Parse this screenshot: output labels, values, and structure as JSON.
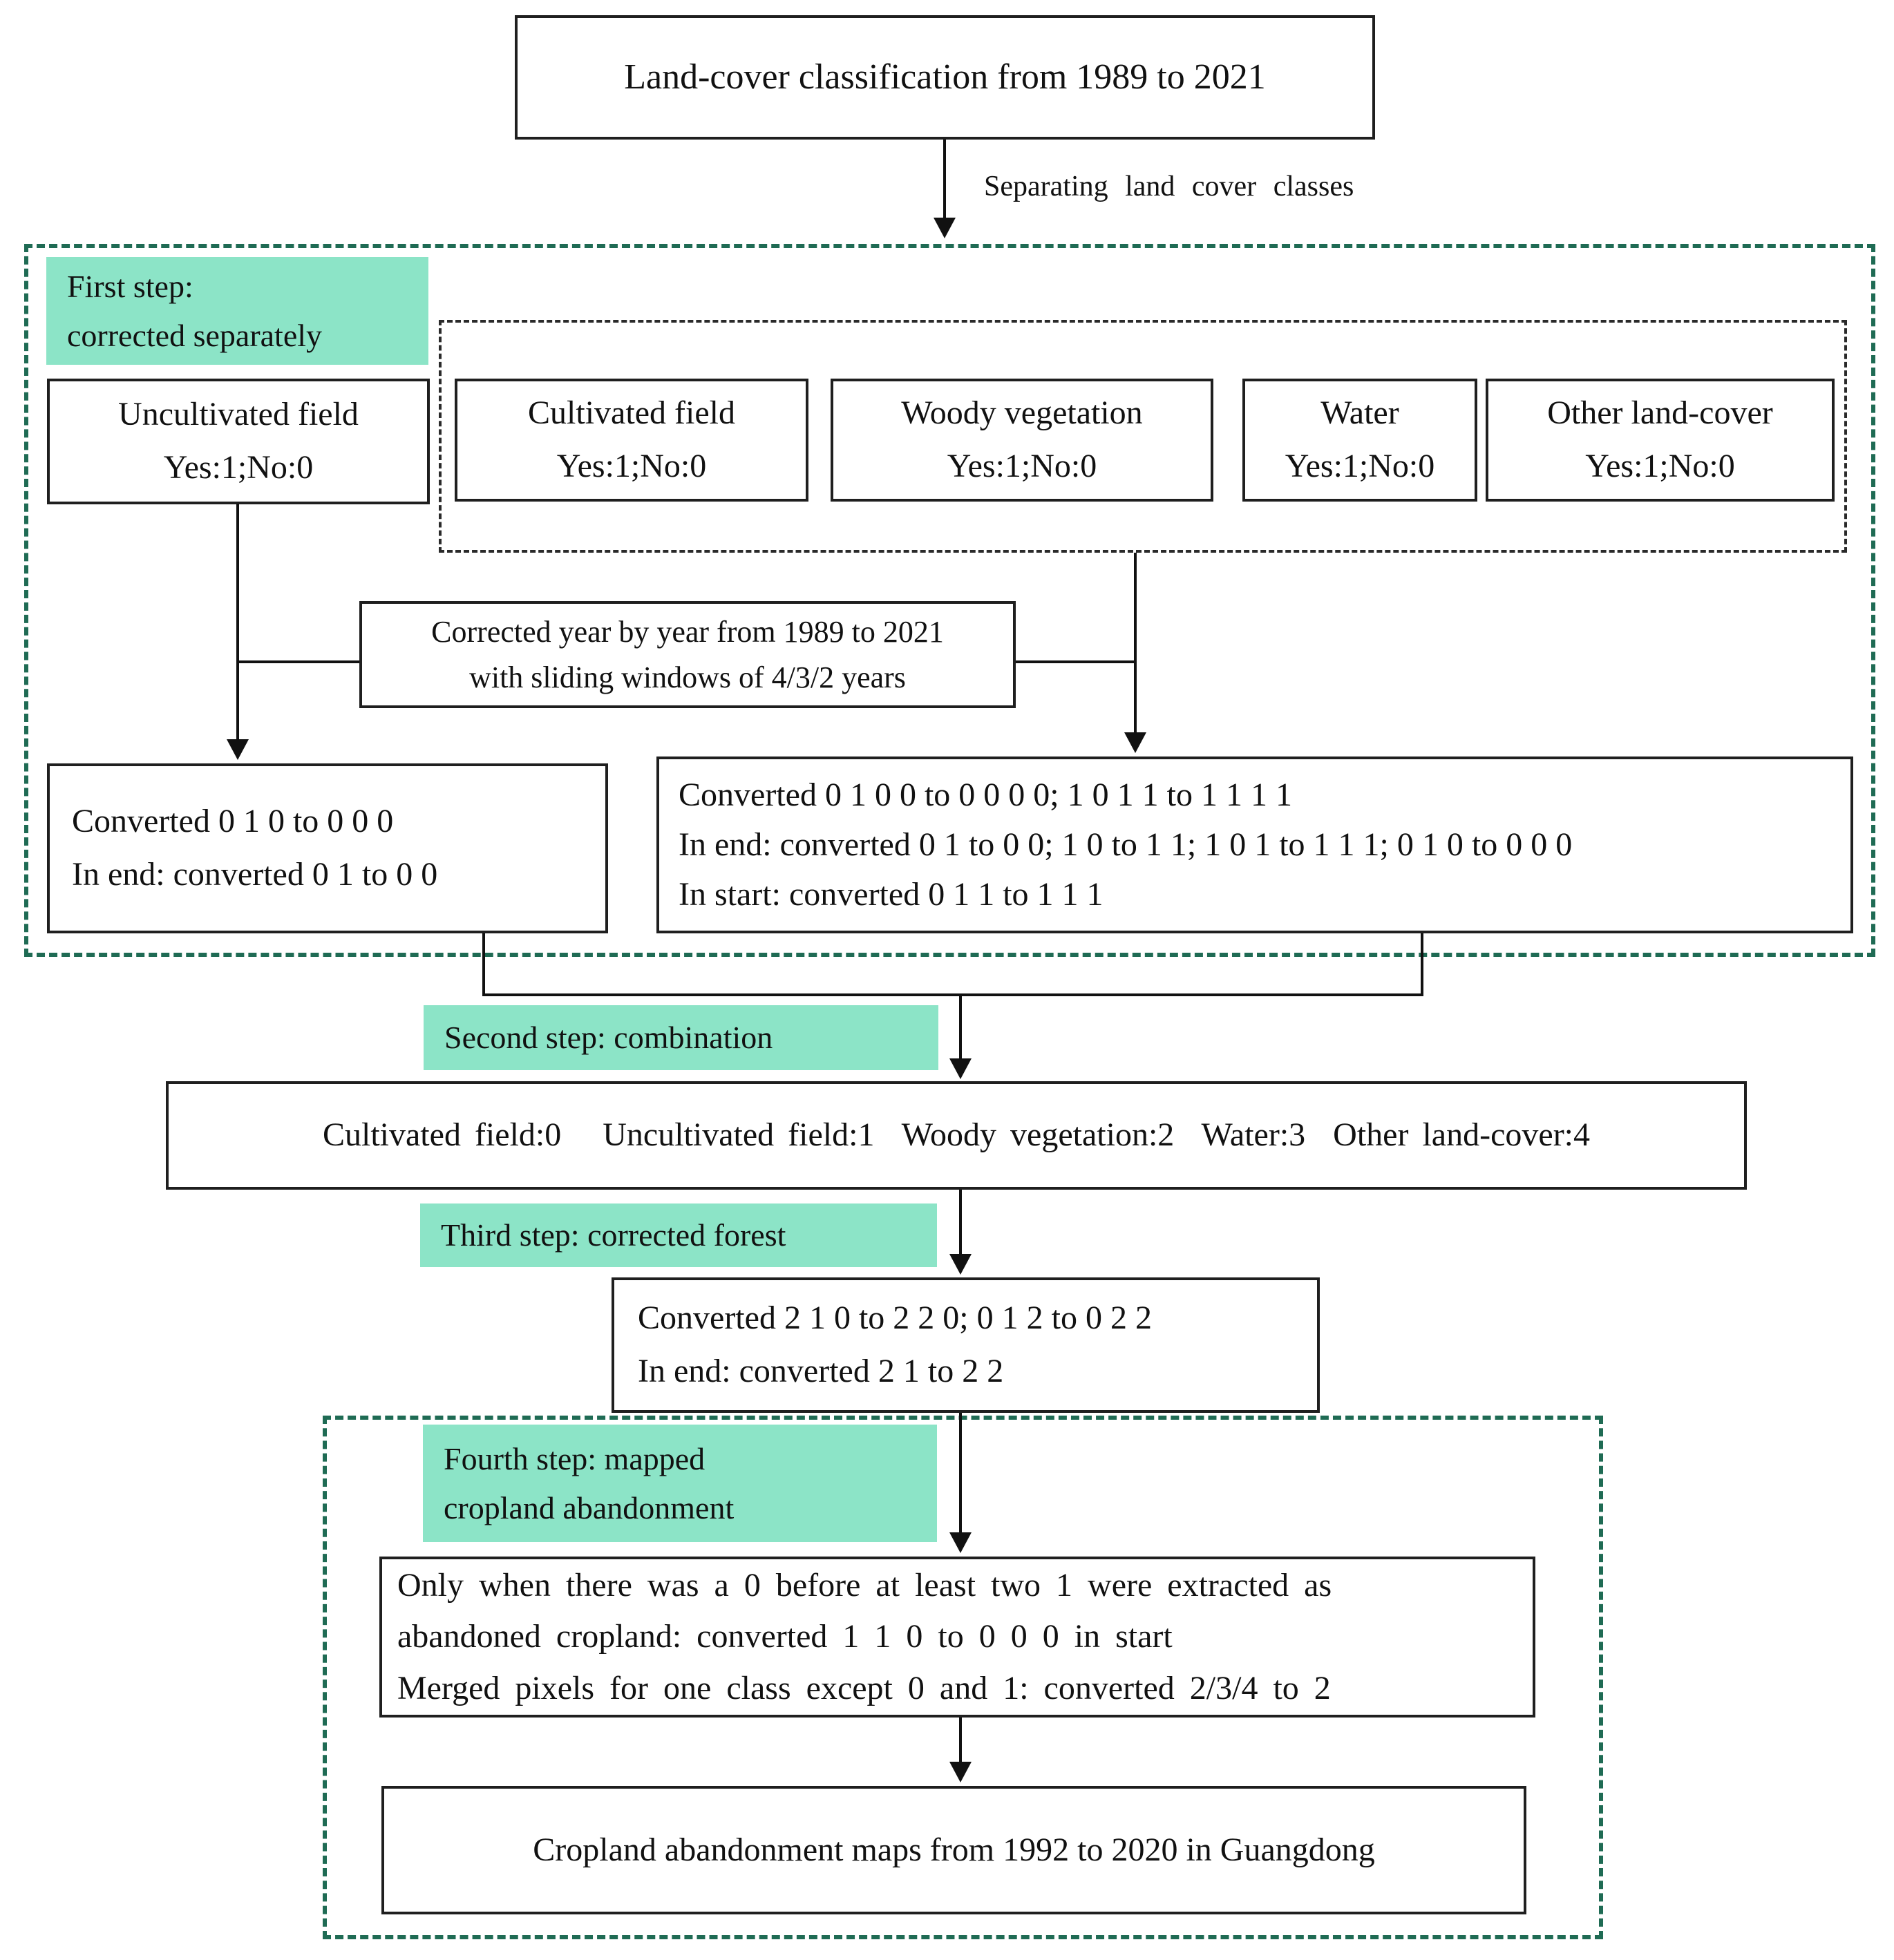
{
  "title_box": "Land-cover classification from 1989 to 2021",
  "arrow_label": "Separating land cover classes",
  "step1": {
    "label_line1": "First step:",
    "label_line2": "corrected separately",
    "uncultivated": {
      "line1": "Uncultivated field",
      "line2": "Yes:1;No:0"
    },
    "classes": [
      {
        "line1": "Cultivated field",
        "line2": "Yes:1;No:0"
      },
      {
        "line1": "Woody vegetation",
        "line2": "Yes:1;No:0"
      },
      {
        "line1": "Water",
        "line2": "Yes:1;No:0"
      },
      {
        "line1": "Other land-cover",
        "line2": "Yes:1;No:0"
      }
    ],
    "corrected_note": {
      "line1": "Corrected year by year from 1989 to 2021",
      "line2": "with sliding windows of 4/3/2 years"
    },
    "left_result": {
      "line1": "Converted 0 1 0 to 0 0 0",
      "line2": "In end: converted 0 1 to 0 0"
    },
    "right_result": {
      "line1": "Converted 0 1 0 0 to 0 0 0 0; 1 0 1 1 to 1 1 1 1",
      "line2": "In end: converted 0 1 to 0 0; 1 0 to 1 1; 1 0 1 to 1 1 1; 0 1 0 to 0 0 0",
      "line3": "In start: converted 0 1 1 to 1 1 1"
    }
  },
  "step2": {
    "label": "Second step: combination",
    "combination": "Cultivated field:0   Uncultivated field:1  Woody vegetation:2  Water:3  Other land-cover:4"
  },
  "step3": {
    "label": "Third step: corrected forest",
    "box": {
      "line1": "Converted 2 1 0 to 2 2 0; 0 1 2 to 0 2 2",
      "line2": "In end: converted 2 1 to 2 2"
    }
  },
  "step4": {
    "label_line1": "Fourth step: mapped",
    "label_line2": "cropland abandonment",
    "rule_box": {
      "line1": "Only when there was a 0 before at least two 1 were extracted as",
      "line2": "abandoned cropland: converted 1 1 0 to 0 0 0 in start",
      "line3": "Merged pixels for one class except 0 and 1: converted 2/3/4 to 2"
    },
    "result_box": "Cropland abandonment maps from 1992 to 2020 in Guangdong"
  },
  "colors": {
    "highlight": "#8CE4C7",
    "dashed_green": "#1F6B54",
    "box_border": "#1f1f1f"
  }
}
